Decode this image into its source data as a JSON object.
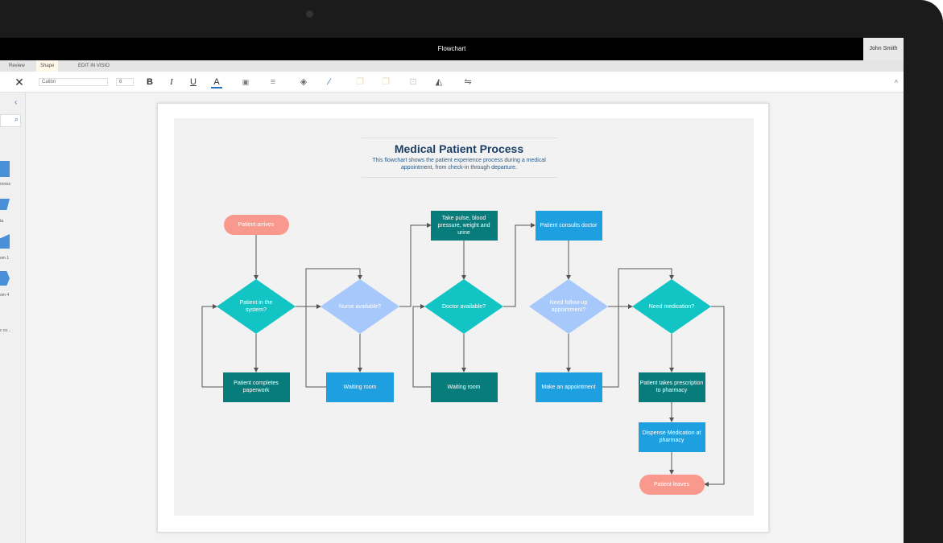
{
  "window": {
    "title": "Flowchart",
    "user": "John Smith"
  },
  "tabs": [
    {
      "label": "Review"
    },
    {
      "label": "Shape",
      "active": true
    },
    {
      "label": "EDIT IN VISIO"
    }
  ],
  "toolbar": {
    "font": "Calibri",
    "size": "8",
    "icons": [
      "close-icon",
      "bold-icon",
      "italic-icon",
      "underline-icon",
      "font-color-icon",
      "text-box-icon",
      "align-icon",
      "fill-icon",
      "line-color-icon",
      "bring-forward-icon",
      "send-backward-icon",
      "group-icon",
      "flip-icon",
      "connector-icon"
    ]
  },
  "shapes_panel": {
    "items": [
      {
        "label": "ocess"
      },
      {
        "label": "ta"
      },
      {
        "label": "om 1"
      },
      {
        "label": "om 4"
      },
      {
        "label": "c co..."
      }
    ]
  },
  "diagram": {
    "title": "Medical Patient Process",
    "subtitle": "This flowchart shows the patient experience process during a medical appointment, from check-in through departure.",
    "colors": {
      "pill": "#f9998e",
      "teal": "#13c4c4",
      "dark_teal": "#087b7b",
      "blue": "#1e9fe0",
      "light_blue": "#a6c8fb",
      "connector": "#555555"
    },
    "nodes": [
      {
        "id": "arrives",
        "text": "Patient arrives",
        "shape": "terminator",
        "color": "pill"
      },
      {
        "id": "d1",
        "text": "Patient in the system?",
        "shape": "decision",
        "color": "teal"
      },
      {
        "id": "paperwork",
        "text": "Patient completes paperwork",
        "shape": "process",
        "color": "dark_teal"
      },
      {
        "id": "d2",
        "text": "Nurse available?",
        "shape": "decision",
        "color": "light_blue"
      },
      {
        "id": "wait1",
        "text": "Waiting room",
        "shape": "process",
        "color": "blue"
      },
      {
        "id": "pulse",
        "text": "Take pulse, blood pressure, weight and urine",
        "shape": "process",
        "color": "dark_teal"
      },
      {
        "id": "d3",
        "text": "Doctor available?",
        "shape": "decision",
        "color": "teal"
      },
      {
        "id": "wait2",
        "text": "Waiting room",
        "shape": "process",
        "color": "dark_teal"
      },
      {
        "id": "consult",
        "text": "Patient consults doctor",
        "shape": "process",
        "color": "blue"
      },
      {
        "id": "d4",
        "text": "Need follow-up appointment?",
        "shape": "decision",
        "color": "light_blue"
      },
      {
        "id": "appt",
        "text": "Make an appointment",
        "shape": "process",
        "color": "blue"
      },
      {
        "id": "d5",
        "text": "Need medication?",
        "shape": "decision",
        "color": "teal"
      },
      {
        "id": "rx",
        "text": "Patient takes prescription to pharmacy",
        "shape": "process",
        "color": "dark_teal"
      },
      {
        "id": "dispense",
        "text": "Dispense Medication at pharmacy",
        "shape": "process",
        "color": "blue"
      },
      {
        "id": "leaves",
        "text": "Patient leaves",
        "shape": "terminator",
        "color": "pill"
      }
    ],
    "edges": [
      [
        "arrives",
        "d1"
      ],
      [
        "d1",
        "paperwork"
      ],
      [
        "paperwork",
        "d1"
      ],
      [
        "d1",
        "d2"
      ],
      [
        "d2",
        "wait1"
      ],
      [
        "wait1",
        "d2"
      ],
      [
        "d2",
        "pulse"
      ],
      [
        "pulse",
        "d3"
      ],
      [
        "d3",
        "wait2"
      ],
      [
        "wait2",
        "d3"
      ],
      [
        "d3",
        "consult"
      ],
      [
        "consult",
        "d4"
      ],
      [
        "d4",
        "appt"
      ],
      [
        "d4",
        "d5"
      ],
      [
        "appt",
        "d5"
      ],
      [
        "d5",
        "rx"
      ],
      [
        "rx",
        "dispense"
      ],
      [
        "dispense",
        "leaves"
      ],
      [
        "d5",
        "leaves"
      ]
    ]
  }
}
